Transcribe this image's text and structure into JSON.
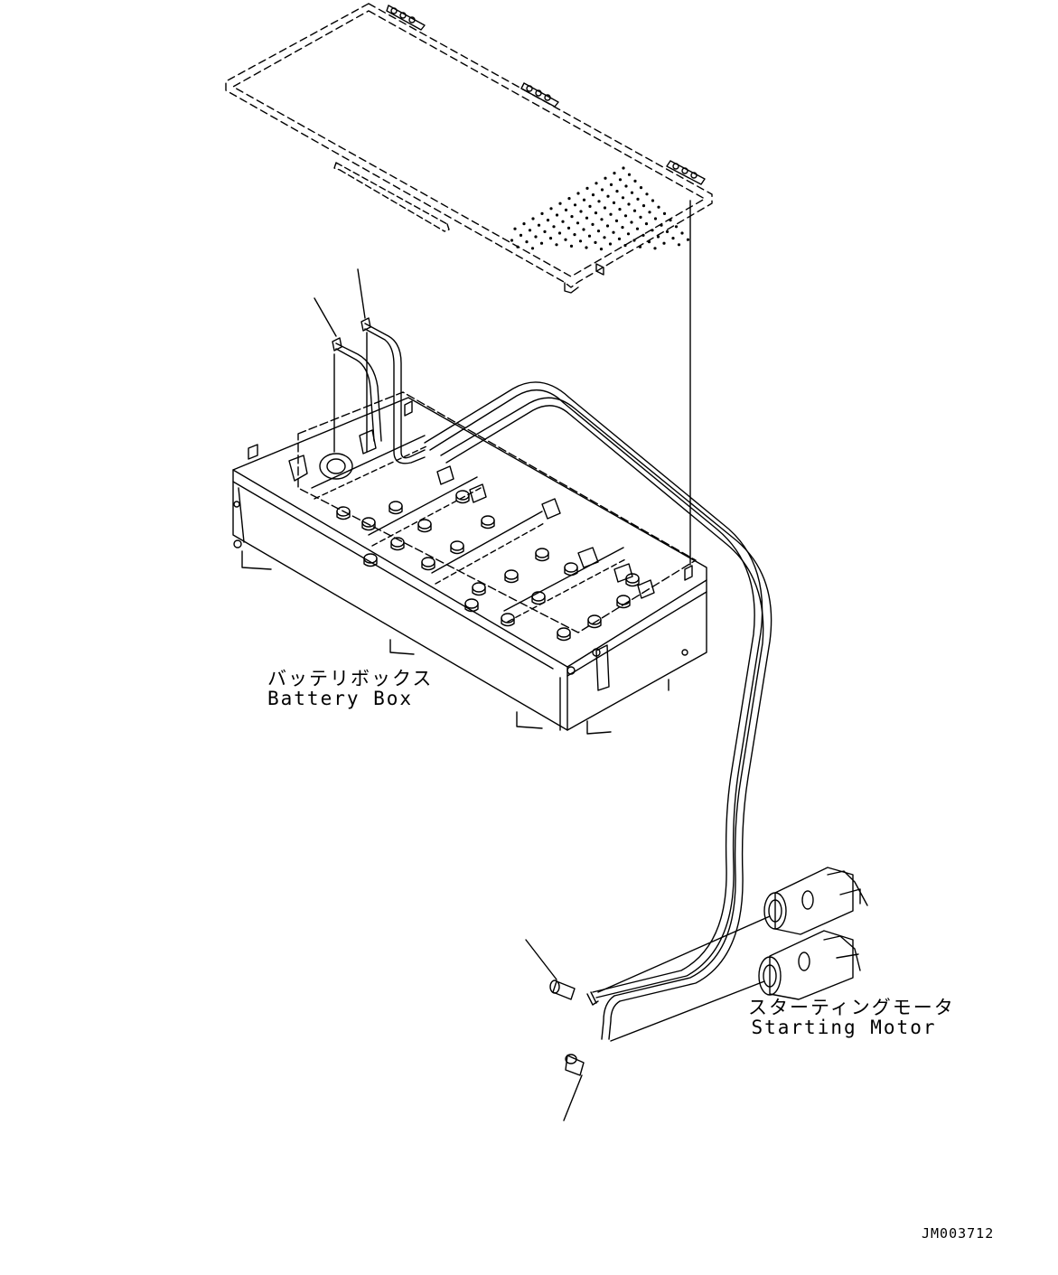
{
  "labels": {
    "battery_box_jp": "バッテリボックス",
    "battery_box_en": "Battery Box",
    "starting_motor_jp": "スターティングモータ",
    "starting_motor_en": "Starting Motor"
  },
  "drawing_id": "JM003712",
  "colors": {
    "line": "#000000",
    "background": "#ffffff"
  }
}
